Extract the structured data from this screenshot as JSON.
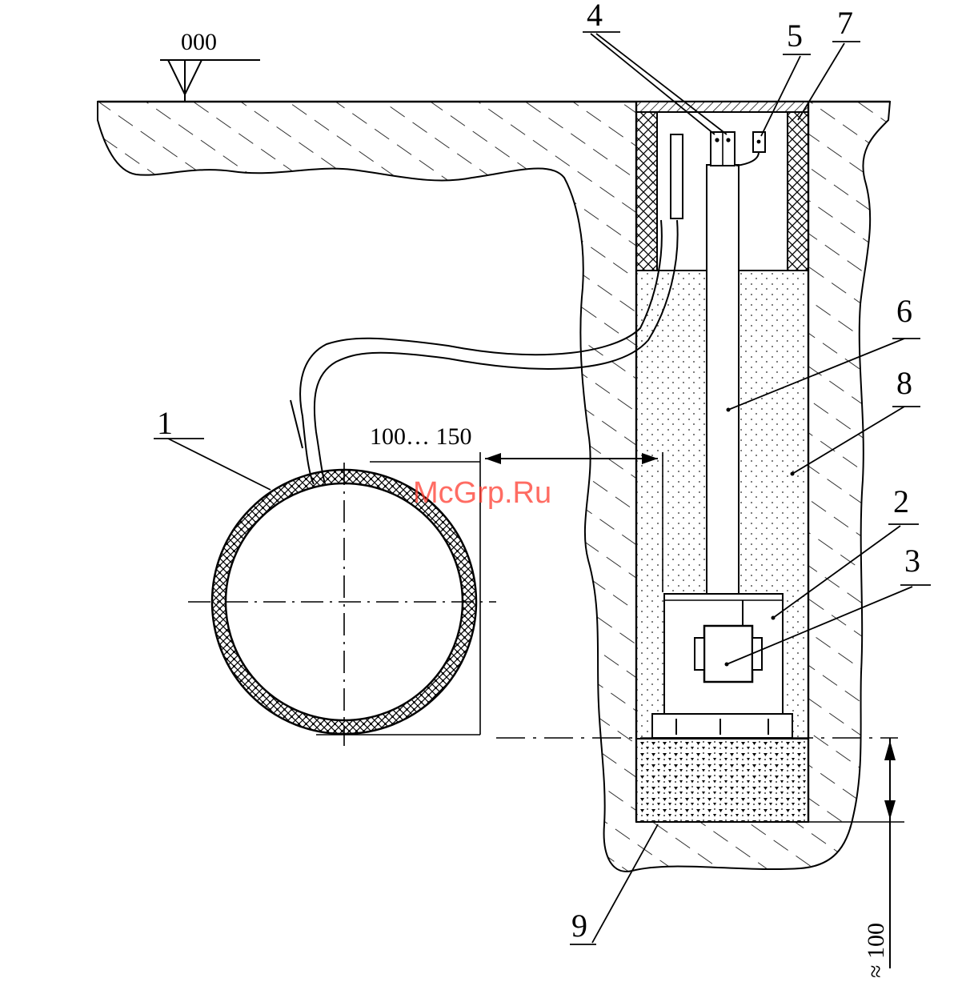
{
  "elevation_mark": "000",
  "callouts": {
    "c1": "1",
    "c2": "2",
    "c3": "3",
    "c4": "4",
    "c5": "5",
    "c6": "6",
    "c7": "7",
    "c8": "8",
    "c9": "9"
  },
  "dimensions": {
    "clearance": "100… 150",
    "bottom_depth": "≈ 100"
  },
  "watermark": "McGrp.Ru",
  "colors": {
    "line": "#000000",
    "watermark": "#ff3b2f",
    "background": "#ffffff"
  }
}
